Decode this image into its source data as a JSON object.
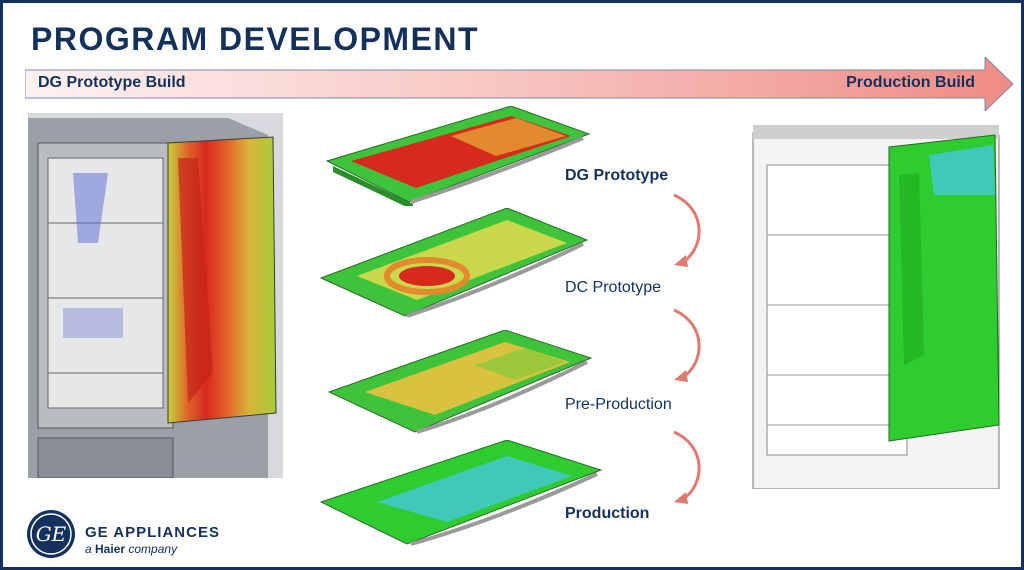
{
  "slide": {
    "title": "PROGRAM DEVELOPMENT",
    "timeline": {
      "start_label": "DG Prototype Build",
      "end_label": "Production Build"
    },
    "stages": [
      {
        "label": "DG Prototype",
        "bold": true
      },
      {
        "label": "DC Prototype",
        "bold": false
      },
      {
        "label": "Pre-Production",
        "bold": false
      },
      {
        "label": "Production",
        "bold": true
      }
    ],
    "brand": {
      "name": "GE APPLIANCES",
      "tag_prefix": "a ",
      "tag_company": "Haier",
      "tag_suffix": " company",
      "logo_text": "GE"
    }
  },
  "colors": {
    "navy": "#13315c",
    "arrow_light": "#fbe7e5",
    "arrow_dark": "#ef8b85",
    "arrow_link": "#e07a6f",
    "fea_red": "#d62a1e",
    "fea_green": "#2ecc2e",
    "fea_yellow": "#c8d84a",
    "fea_cyan": "#3fc9b8"
  }
}
